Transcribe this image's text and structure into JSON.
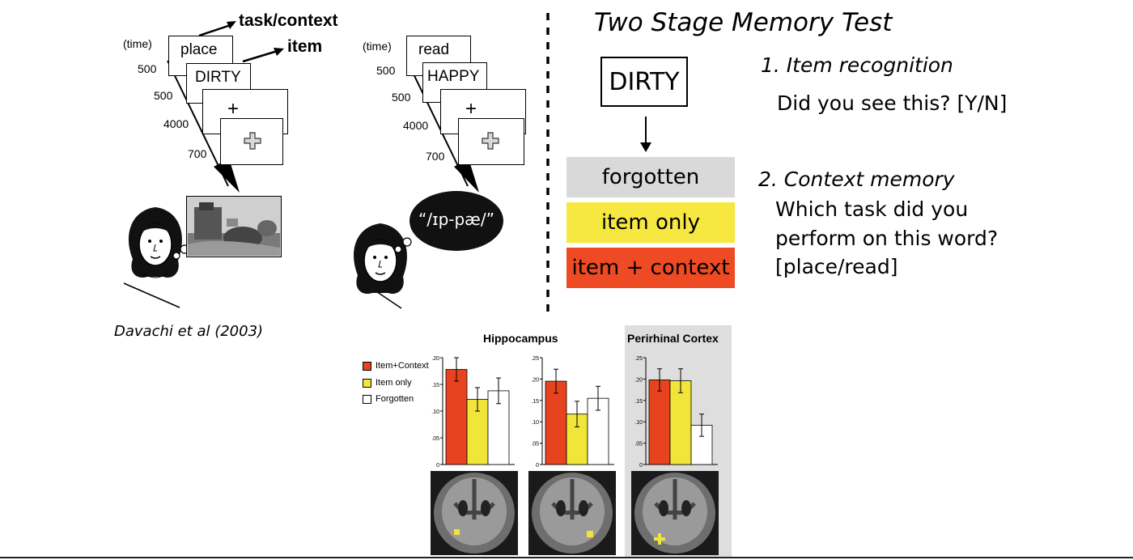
{
  "left_diagram": {
    "time_label": "(time)",
    "durations": [
      "500",
      "500",
      "4000",
      "700"
    ],
    "frame_words": [
      "place",
      "DIRTY",
      "+"
    ],
    "annotation_task": "task/context",
    "annotation_item": "item"
  },
  "middle_diagram": {
    "time_label": "(time)",
    "durations": [
      "500",
      "500",
      "4000",
      "700"
    ],
    "frame_words": [
      "read",
      "HAPPY",
      "+"
    ],
    "phonetic": "“/ɪp-pæ/”"
  },
  "citation": "Davachi et al (2003)",
  "memory_test": {
    "title": "Two Stage Memory Test",
    "word": "DIRTY",
    "outcomes": [
      {
        "label": "forgotten",
        "color": "#d9d9d9"
      },
      {
        "label": "item only",
        "color": "#f6e840"
      },
      {
        "label": "item + context",
        "color": "#ee4a24"
      }
    ],
    "step1_title": "1. Item recognition",
    "step1_text": "Did you see this? [Y/N]",
    "step2_title": "2. Context memory",
    "step2_lines": [
      "Which task did you",
      "perform on this word?",
      "[place/read]"
    ]
  },
  "legend": {
    "items": [
      {
        "label": "Item+Context",
        "color": "#e8431f"
      },
      {
        "label": "Item only",
        "color": "#f2e53a"
      },
      {
        "label": "Forgotten",
        "color": "#ffffff"
      }
    ]
  },
  "chart_titles": {
    "hippocampus": "Hippocampus",
    "perirhinal": "Perirhinal Cortex"
  },
  "chart_data": [
    {
      "type": "bar",
      "title": "Hippocampus",
      "categories": [
        "Item+Context",
        "Item only",
        "Forgotten"
      ],
      "values": [
        0.178,
        0.122,
        0.138
      ],
      "errors": [
        0.022,
        0.022,
        0.024
      ],
      "ylim": [
        0,
        0.2
      ],
      "yticks": [
        "0",
        ".05",
        ".10",
        ".15",
        ".20"
      ],
      "colors": [
        "#e8431f",
        "#f2e53a",
        "#ffffff"
      ]
    },
    {
      "type": "bar",
      "title": "",
      "categories": [
        "Item+Context",
        "Item only",
        "Forgotten"
      ],
      "values": [
        0.195,
        0.118,
        0.155
      ],
      "errors": [
        0.028,
        0.03,
        0.028
      ],
      "ylim": [
        0,
        0.25
      ],
      "yticks": [
        "0",
        ".05",
        ".10",
        ".15",
        ".20",
        ".25"
      ],
      "colors": [
        "#e8431f",
        "#f2e53a",
        "#ffffff"
      ]
    },
    {
      "type": "bar",
      "title": "Perirhinal Cortex",
      "categories": [
        "Item+Context",
        "Item only",
        "Forgotten"
      ],
      "values": [
        0.198,
        0.196,
        0.092
      ],
      "errors": [
        0.026,
        0.028,
        0.026
      ],
      "ylim": [
        0,
        0.25
      ],
      "yticks": [
        "0",
        ".05",
        ".10",
        ".15",
        ".20",
        ".25"
      ],
      "colors": [
        "#e8431f",
        "#f2e53a",
        "#ffffff"
      ]
    }
  ]
}
